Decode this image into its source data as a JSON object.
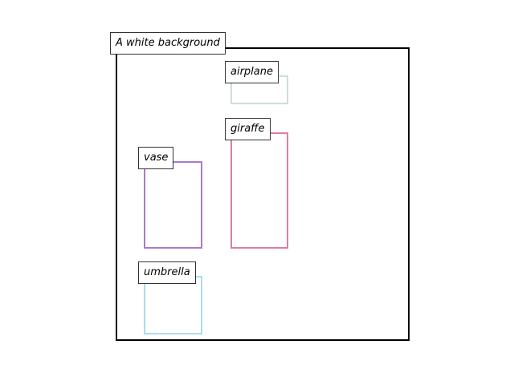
{
  "scene": {
    "background_label": "A white background"
  },
  "objects": [
    {
      "label": "airplane",
      "color": "#cfdcdc"
    },
    {
      "label": "giraffe",
      "color": "#e07ca3"
    },
    {
      "label": "vase",
      "color": "#a87cc9"
    },
    {
      "label": "umbrella",
      "color": "#a9dcef"
    }
  ]
}
